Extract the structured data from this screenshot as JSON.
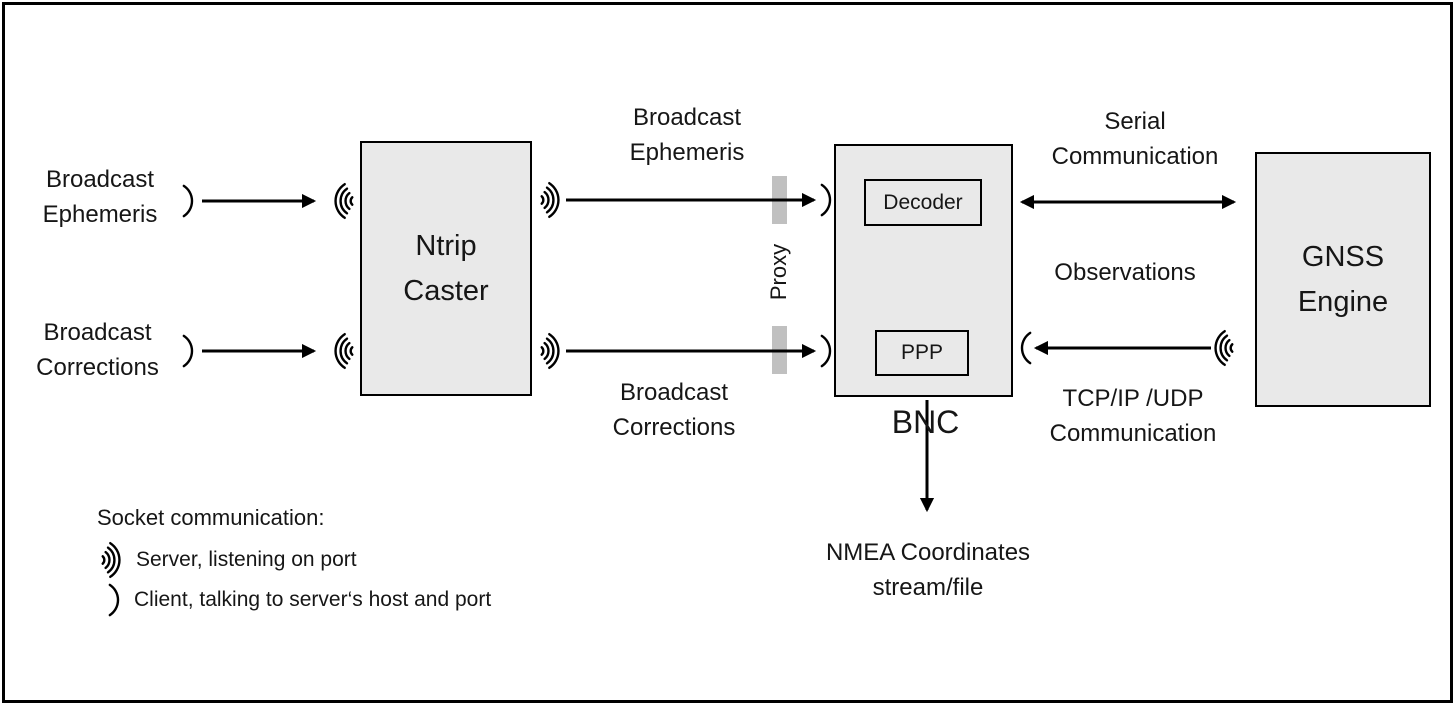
{
  "colors": {
    "background": "#ffffff",
    "node_fill": "#e9e9e9",
    "stroke": "#000000",
    "proxy_bar": "#c0c0c0"
  },
  "nodes": {
    "ntrip_caster": "Ntrip\nCaster",
    "bnc": "BNC",
    "decoder": "Decoder",
    "ppp": "PPP",
    "gnss_engine": "GNSS\nEngine"
  },
  "labels": {
    "broadcast_ephemeris_in": "Broadcast\nEphemeris",
    "broadcast_corrections_in": "Broadcast\nCorrections",
    "broadcast_ephemeris_out": "Broadcast\nEphemeris",
    "broadcast_corrections_out": "Broadcast\nCorrections",
    "serial_communication": "Serial\nCommunication",
    "observations": "Observations",
    "tcpip_udp_communication": "TCP/IP /UDP\nCommunication",
    "nmea_output": "NMEA Coordinates\nstream/file",
    "proxy": "Proxy"
  },
  "legend": {
    "title": "Socket communication:",
    "server": "Server, listening on port",
    "client": "Client, talking to server‘s host and port"
  },
  "icons": {
    "server_socket": "sound-waves-arcs ')))'",
    "client_socket": "single-arc ')'"
  }
}
